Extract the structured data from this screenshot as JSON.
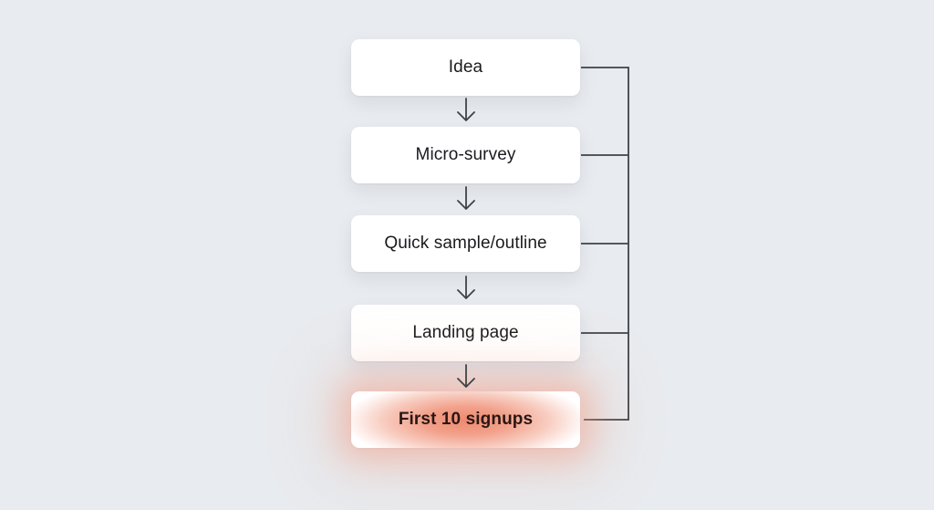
{
  "diagram": {
    "type": "flowchart",
    "orientation": "vertical",
    "nodes": [
      {
        "label": "Idea",
        "highlighted": false
      },
      {
        "label": "Micro-survey",
        "highlighted": false
      },
      {
        "label": "Quick sample/outline",
        "highlighted": false
      },
      {
        "label": "Landing page",
        "highlighted": false
      },
      {
        "label": "First 10 signups",
        "highlighted": true
      }
    ],
    "edges": [
      {
        "from": 0,
        "to": 1,
        "style": "arrow-down"
      },
      {
        "from": 1,
        "to": 2,
        "style": "arrow-down"
      },
      {
        "from": 2,
        "to": 3,
        "style": "arrow-down"
      },
      {
        "from": 3,
        "to": 4,
        "style": "arrow-down"
      }
    ],
    "bracket": {
      "side": "right",
      "description": "elbow connector bracket linking the right edge of all five nodes to one vertical line",
      "connected_nodes": [
        0,
        1,
        2,
        3,
        4
      ]
    },
    "colors": {
      "background": "#e8ebef",
      "node_background": "#ffffff",
      "node_text": "#1a1b1e",
      "connector_line": "#3f4347",
      "highlight_center": "#ee8a70",
      "highlight_glow": "#f2967c",
      "highlight_text": "#2a1713"
    },
    "icons": {
      "arrow_down": "thin open-chevron down arrow"
    }
  }
}
